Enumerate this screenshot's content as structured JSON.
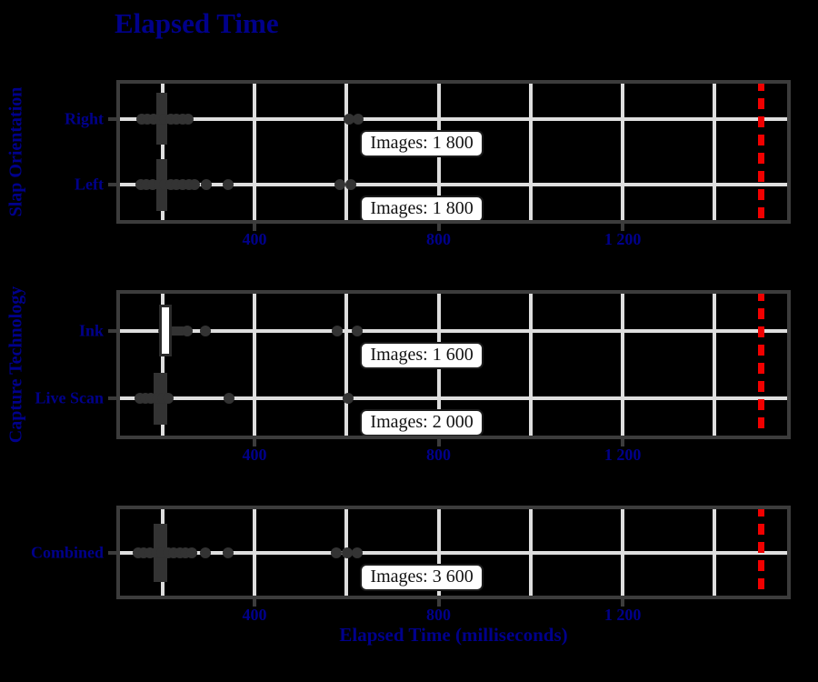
{
  "title": {
    "text": "Elapsed Time"
  },
  "colors": {
    "background": "#000000",
    "accent_blue": "#00008b",
    "grid": "#dedede",
    "spine": "#3c3c3c",
    "box": "#333333",
    "reference_red": "#f10000",
    "annotation_bg": "#ffffff",
    "annotation_text": "#111111"
  },
  "chart_data": {
    "type": "box",
    "orientation": "horizontal",
    "title": "Elapsed Time",
    "xlabel": "Elapsed Time (milliseconds)",
    "x_unit": "milliseconds",
    "xlim": [
      100,
      1565
    ],
    "x_major_ticks": [
      400,
      800,
      1200
    ],
    "x_tick_labels": [
      "400",
      "800",
      "1 200"
    ],
    "gridline_values": [
      200,
      400,
      600,
      800,
      1000,
      1200,
      1400
    ],
    "grid": true,
    "reference_line": {
      "x": 1500,
      "color": "#f10000",
      "style": "dashed"
    },
    "subplots": [
      {
        "y_title": "Slap Orientation",
        "rows": [
          {
            "category": "Right",
            "annotation": "Images: 1 800",
            "box": {
              "q1": 187,
              "median": 198,
              "q3": 210,
              "fill": "dark"
            },
            "whiskers": [
              153,
              256
            ],
            "points": [
              155,
              168,
              180,
              192,
              205,
              218,
              231,
              244,
              255
            ],
            "outliers": [
              606,
              625
            ]
          },
          {
            "category": "Left",
            "annotation": "Images: 1 800",
            "box": {
              "q1": 187,
              "median": 198,
              "q3": 210,
              "fill": "dark"
            },
            "whiskers": [
              153,
              272
            ],
            "points": [
              153,
              166,
              179,
              192,
              205,
              218,
              231,
              244,
              257,
              270,
              295,
              343
            ],
            "outliers": [
              586,
              609
            ]
          }
        ]
      },
      {
        "y_title": "Capture Technology",
        "rows": [
          {
            "category": "Ink",
            "annotation": "Images: 1 600",
            "box": {
              "q1": 193,
              "median": 205,
              "q3": 220,
              "fill": "white"
            },
            "whiskers": [
              190,
              254
            ],
            "points": [
              254,
              293
            ],
            "outliers": [
              580,
              623
            ]
          },
          {
            "category": "Live Scan",
            "annotation": "Images: 2 000",
            "box": {
              "q1": 181,
              "median": 196,
              "q3": 210,
              "fill": "dark"
            },
            "whiskers": [
              151,
              220
            ],
            "points": [
              151,
              163,
              176,
              189,
              201,
              213,
              344
            ],
            "outliers": [
              604
            ]
          }
        ]
      },
      {
        "y_title": "",
        "rows": [
          {
            "category": "Combined",
            "annotation": "Images: 3 600",
            "box": {
              "q1": 181,
              "median": 196,
              "q3": 210,
              "fill": "dark"
            },
            "whiskers": [
              147,
              266
            ],
            "points": [
              147,
              160,
              173,
              186,
              199,
              212,
              225,
              238,
              251,
              264,
              293,
              343
            ],
            "outliers": [
              578,
              602,
              623
            ]
          }
        ]
      }
    ]
  }
}
